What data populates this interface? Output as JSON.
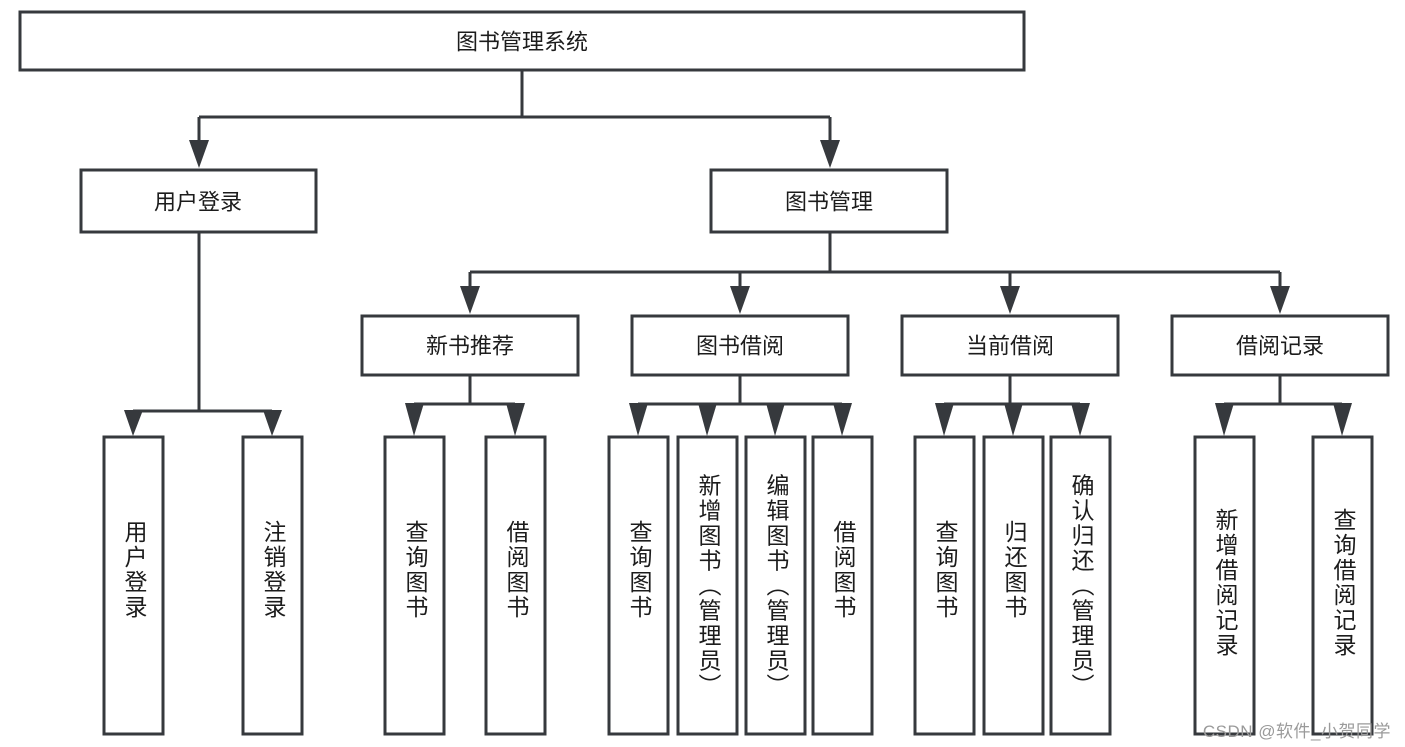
{
  "diagram": {
    "type": "tree-hierarchy",
    "title": "图书管理系统",
    "root": {
      "id": "root",
      "label": "图书管理系统",
      "level": 1
    },
    "level2": [
      {
        "id": "user-login",
        "label": "用户登录",
        "level": 2
      },
      {
        "id": "book-manage",
        "label": "图书管理",
        "level": 2
      }
    ],
    "level3": [
      {
        "id": "new-book-recommend",
        "label": "新书推荐",
        "level": 3,
        "parent": "book-manage"
      },
      {
        "id": "book-borrow",
        "label": "图书借阅",
        "level": 3,
        "parent": "book-manage"
      },
      {
        "id": "current-borrow",
        "label": "当前借阅",
        "level": 3,
        "parent": "book-manage"
      },
      {
        "id": "borrow-record",
        "label": "借阅记录",
        "level": 3,
        "parent": "book-manage"
      }
    ],
    "leaves": {
      "user-login": [
        {
          "id": "leaf-user-login",
          "label": "用户登录"
        },
        {
          "id": "leaf-user-logout",
          "label": "注销登录"
        }
      ],
      "new-book-recommend": [
        {
          "id": "leaf-query-book-1",
          "label": "查询图书"
        },
        {
          "id": "leaf-borrow-book-1",
          "label": "借阅图书"
        }
      ],
      "book-borrow": [
        {
          "id": "leaf-query-book-2",
          "label": "查询图书"
        },
        {
          "id": "leaf-add-book",
          "label": "新增图书（管理员）"
        },
        {
          "id": "leaf-edit-book",
          "label": "编辑图书（管理员）"
        },
        {
          "id": "leaf-borrow-book-2",
          "label": "借阅图书"
        }
      ],
      "current-borrow": [
        {
          "id": "leaf-query-book-3",
          "label": "查询图书"
        },
        {
          "id": "leaf-return-book",
          "label": "归还图书"
        },
        {
          "id": "leaf-confirm-return",
          "label": "确认归还（管理员）"
        }
      ],
      "borrow-record": [
        {
          "id": "leaf-add-record",
          "label": "新增借阅记录"
        },
        {
          "id": "leaf-query-record",
          "label": "查询借阅记录"
        }
      ]
    },
    "colors": {
      "stroke": "#36393d",
      "fill": "#ffffff",
      "text": "#1c1c1c",
      "watermark": "#9a9a9a"
    }
  },
  "watermark": {
    "label": "CSDN @软件_小贺同学"
  }
}
